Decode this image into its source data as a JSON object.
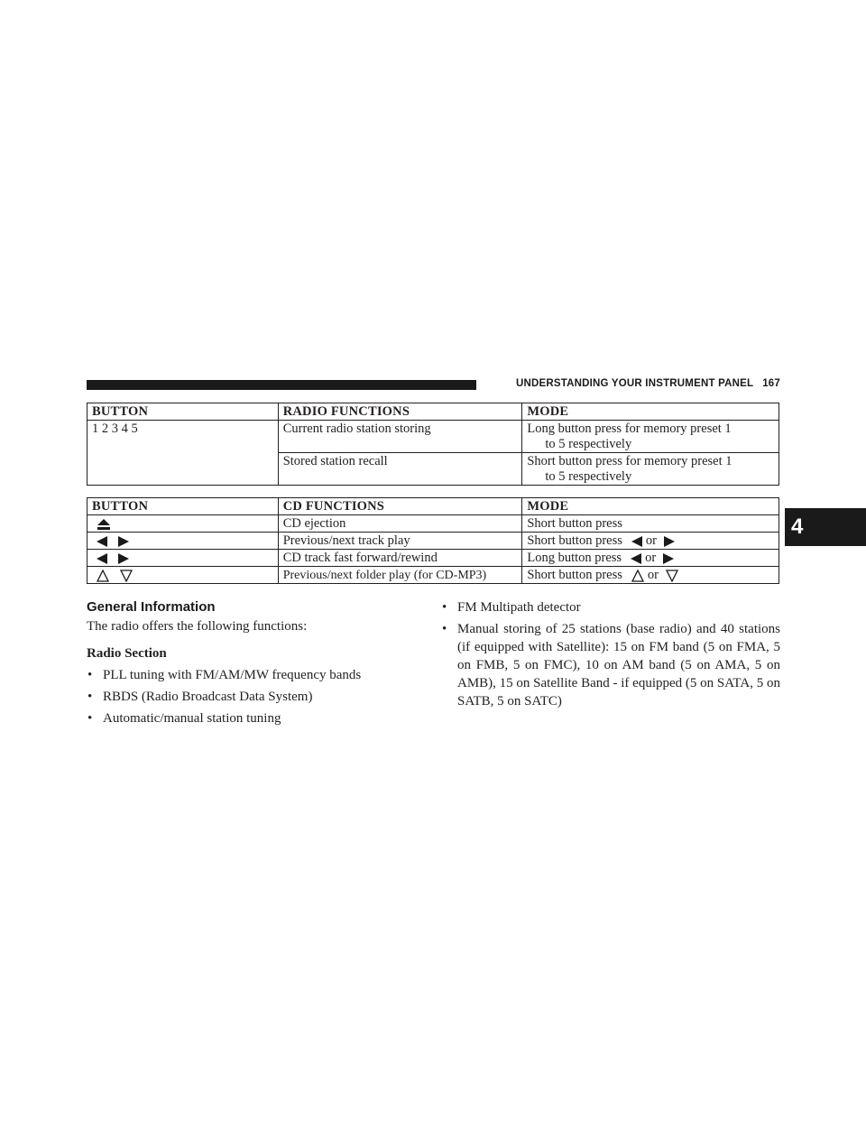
{
  "header": {
    "section_title": "UNDERSTANDING YOUR INSTRUMENT PANEL",
    "page_number": "167"
  },
  "chapter_tab": "4",
  "radio_table": {
    "headers": [
      "BUTTON",
      "RADIO FUNCTIONS",
      "MODE"
    ],
    "button_label": "1 2 3 4 5",
    "rows": [
      {
        "function": "Current radio station storing",
        "mode_line1": "Long button press for memory preset 1",
        "mode_line2": "to 5 respectively"
      },
      {
        "function": "Stored station recall",
        "mode_line1": "Short button press for memory preset 1",
        "mode_line2": "to 5 respectively"
      }
    ]
  },
  "cd_table": {
    "headers": [
      "BUTTON",
      "CD FUNCTIONS",
      "MODE"
    ],
    "rows": [
      {
        "icon": "eject-icon",
        "function": "CD ejection",
        "mode": "Short button press"
      },
      {
        "icon": "prev-next-arrows-icon",
        "function": "Previous/next track play",
        "mode": "Short button press",
        "or": "or"
      },
      {
        "icon": "prev-next-arrows-icon",
        "function": "CD track fast forward/rewind",
        "mode": "Long button press",
        "or": "or"
      },
      {
        "icon": "folder-up-down-icon",
        "function": "Previous/next folder play (for CD-MP3)",
        "mode": "Short button press",
        "or": "or"
      }
    ]
  },
  "general": {
    "title": "General Information",
    "intro": "The radio offers the following functions:",
    "radio_section_title": "Radio Section",
    "left_bullets": [
      "PLL tuning with FM/AM/MW frequency bands",
      "RBDS (Radio Broadcast Data System)",
      "Automatic/manual station tuning"
    ],
    "right_bullets": [
      "FM Multipath detector",
      "Manual storing of 25 stations (base radio) and 40 stations (if equipped with Satellite): 15 on FM band (5 on FMA, 5 on FMB, 5 on FMC), 10 on AM band (5 on AMA, 5 on AMB), 15 on Satellite Band - if equipped (5 on SATA, 5 on SATB, 5 on SATC)"
    ],
    "bullet_char": "•"
  }
}
